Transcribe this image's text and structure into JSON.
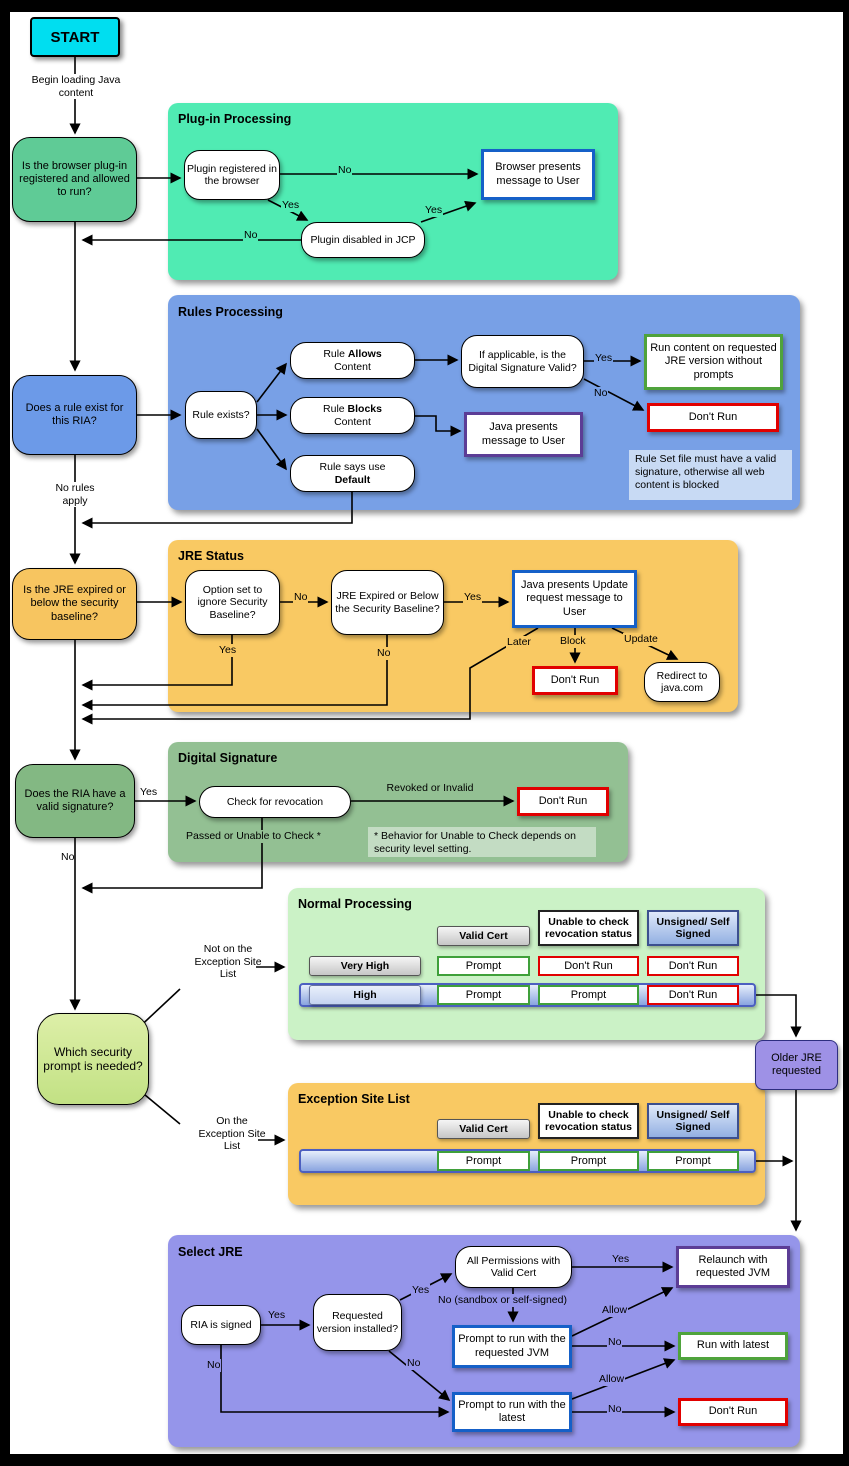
{
  "diagram": {
    "start": "START",
    "begin_caption": "Begin loading Java content",
    "no_rules_apply": "No rules apply"
  },
  "decisions": {
    "plugin": "Is the browser plug-in registered and allowed to run?",
    "rule": "Does a rule exist for this RIA?",
    "jre": "Is the JRE expired or below the security baseline?",
    "signature": "Does the RIA have a valid signature?",
    "which_prompt": "Which security prompt is needed?"
  },
  "plugin_section": {
    "title": "Plug-in Processing",
    "registered": "Plugin registered in the browser",
    "browser_msg": "Browser presents message to User",
    "disabled": "Plugin disabled in JCP",
    "lbl_no_top": "No",
    "lbl_yes_left": "Yes",
    "lbl_yes_right": "Yes",
    "lbl_no_bottom": "No"
  },
  "rules_section": {
    "title": "Rules Processing",
    "rule_exists": "Rule exists?",
    "allows_pre": "Rule ",
    "allows_bold": "Allows",
    "allows_line2": "Content",
    "blocks_pre": "Rule ",
    "blocks_bold": "Blocks",
    "blocks_line2": "Content",
    "default_line1": "Rule says use",
    "default_bold": "Default",
    "if_applicable": "If applicable, is the Digital Signature Valid?",
    "run_content": "Run content on requested JRE version without prompts",
    "dont_run": "Don't Run",
    "java_msg": "Java presents message to User",
    "note": "Rule Set file must have a valid signature, otherwise all web content is blocked",
    "lbl_yes": "Yes",
    "lbl_no": "No"
  },
  "jre_section": {
    "title": "JRE Status",
    "option_set": "Option set to ignore Security Baseline?",
    "expired": "JRE Expired or Below the Security Baseline?",
    "update_msg": "Java presents Update request message to User",
    "dont_run": "Don't Run",
    "redirect": "Redirect to java.com",
    "lbl_no": "No",
    "lbl_yes": "Yes",
    "lbl_later": "Later",
    "lbl_block": "Block",
    "lbl_update": "Update",
    "lbl_yes_down": "Yes",
    "lbl_no_down": "No"
  },
  "signature_section": {
    "title": "Digital Signature",
    "check": "Check for revocation",
    "revoked": "Revoked or Invalid",
    "dont_run": "Don't Run",
    "passed": "Passed or Unable to Check *",
    "note": "* Behavior for Unable to Check depends on security level setting.",
    "lbl_yes": "Yes",
    "lbl_no": "No"
  },
  "routing": {
    "not_on_esl": "Not on the Exception Site List",
    "on_esl": "On the Exception Site List",
    "older_jre": "Older JRE requested"
  },
  "normal_section": {
    "title": "Normal Processing",
    "col_valid": "Valid Cert",
    "col_unable": "Unable to check revocation status",
    "col_unsigned": "Unsigned/ Self Signed",
    "row_very_high": "Very High",
    "row_high": "High",
    "cells_very_high": [
      "Prompt",
      "Don't Run",
      "Don't Run"
    ],
    "cells_high": [
      "Prompt",
      "Prompt",
      "Don't Run"
    ]
  },
  "esl_section": {
    "title": "Exception Site List",
    "col_valid": "Valid Cert",
    "col_unable": "Unable to check revocation status",
    "col_unsigned": "Unsigned/ Self Signed",
    "cells": [
      "Prompt",
      "Prompt",
      "Prompt"
    ]
  },
  "select_section": {
    "title": "Select JRE",
    "ria_signed": "RIA is signed",
    "requested": "Requested version installed?",
    "all_perms": "All Permissions with Valid Cert",
    "relaunch": "Relaunch with requested JVM",
    "prompt_requested": "Prompt to run with the requested JVM",
    "run_latest": "Run with latest",
    "prompt_latest": "Prompt to run with the latest",
    "dont_run": "Don't Run",
    "lbl_yes1": "Yes",
    "lbl_yes2": "Yes",
    "lbl_yes3": "Yes",
    "lbl_sandbox": "No (sandbox or self-signed)",
    "lbl_allow1": "Allow",
    "lbl_no1": "No",
    "lbl_no2": "No",
    "lbl_allow2": "Allow",
    "lbl_no3": "No",
    "lbl_no4": "No"
  },
  "colors": {
    "start_bg": "#00DEF0",
    "plugin_section_bg": "#50EBB3",
    "rules_section_bg": "#78A0E6",
    "jre_section_bg": "#F9C963",
    "signature_section_bg": "#93C093",
    "normal_section_bg": "#CBF2C6",
    "esl_section_bg": "#F9C963",
    "select_section_bg": "#9595EA",
    "blue_border": "#1560C8",
    "red_border": "#E10000",
    "green_border": "#4FA33C",
    "purple_border": "#5C3D96"
  }
}
